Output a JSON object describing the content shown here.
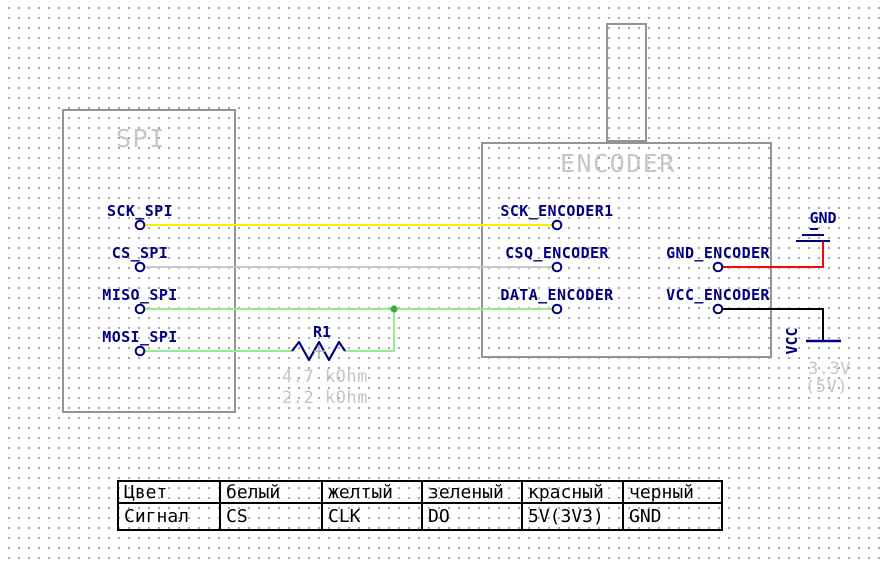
{
  "blocks": {
    "spi": {
      "title": "SPI",
      "pins": [
        "SCK_SPI",
        "CS_SPI",
        "MISO_SPI",
        "MOSI_SPI"
      ]
    },
    "encoder": {
      "title": "ENCODER",
      "left_pins": [
        "SCK_ENCODER1",
        "CSQ_ENCODER",
        "DATA_ENCODER"
      ],
      "right_pins": [
        "GND_ENCODER",
        "VCC_ENCODER"
      ]
    }
  },
  "resistor": {
    "ref": "R1",
    "values": [
      "4.7 kOhm",
      "2.2 kOhm"
    ]
  },
  "power": {
    "gnd": "GND",
    "vcc": "VCC",
    "voltages": [
      "3.3V",
      "(5V)"
    ]
  },
  "wire_colors": {
    "clk": "#f8f000",
    "cs": "#c8c8c8",
    "data": "#90ee90",
    "junction": "#3fae3f",
    "gnd": "#ff0000",
    "vcc": "#000000",
    "symbol_ink": "#000080",
    "outline": "#949494",
    "ghost_text": "#c6c6c6"
  },
  "table": {
    "rows": [
      [
        "Цвет",
        "белый",
        "желтый",
        "зеленый",
        "красный",
        "черный"
      ],
      [
        "Сигнал",
        "CS",
        "CLK",
        "DO",
        "5V(3V3)",
        "GND"
      ]
    ]
  }
}
